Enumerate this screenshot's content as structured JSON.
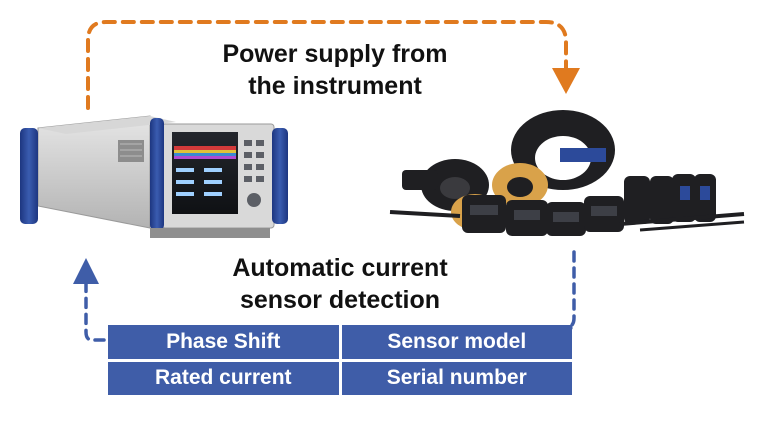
{
  "captions": {
    "power_supply": [
      "Power supply from",
      "the instrument"
    ],
    "detection": [
      "Automatic current",
      "sensor detection"
    ]
  },
  "table": {
    "cells": [
      "Phase Shift",
      "Sensor model",
      "Rated current",
      "Serial number"
    ]
  },
  "colors": {
    "power_arrow": "#e07a1f",
    "detect_arrow": "#3f5da8",
    "table_fill": "#3f5da8",
    "table_text": "#ffffff",
    "instrument_handle": "#2c4a9a",
    "sensor_body": "#1f1f22",
    "sensor_core": "#d9a24a"
  },
  "icons": {
    "instrument": "power-analyzer-icon",
    "sensors": "current-sensor-lineup-icon"
  }
}
